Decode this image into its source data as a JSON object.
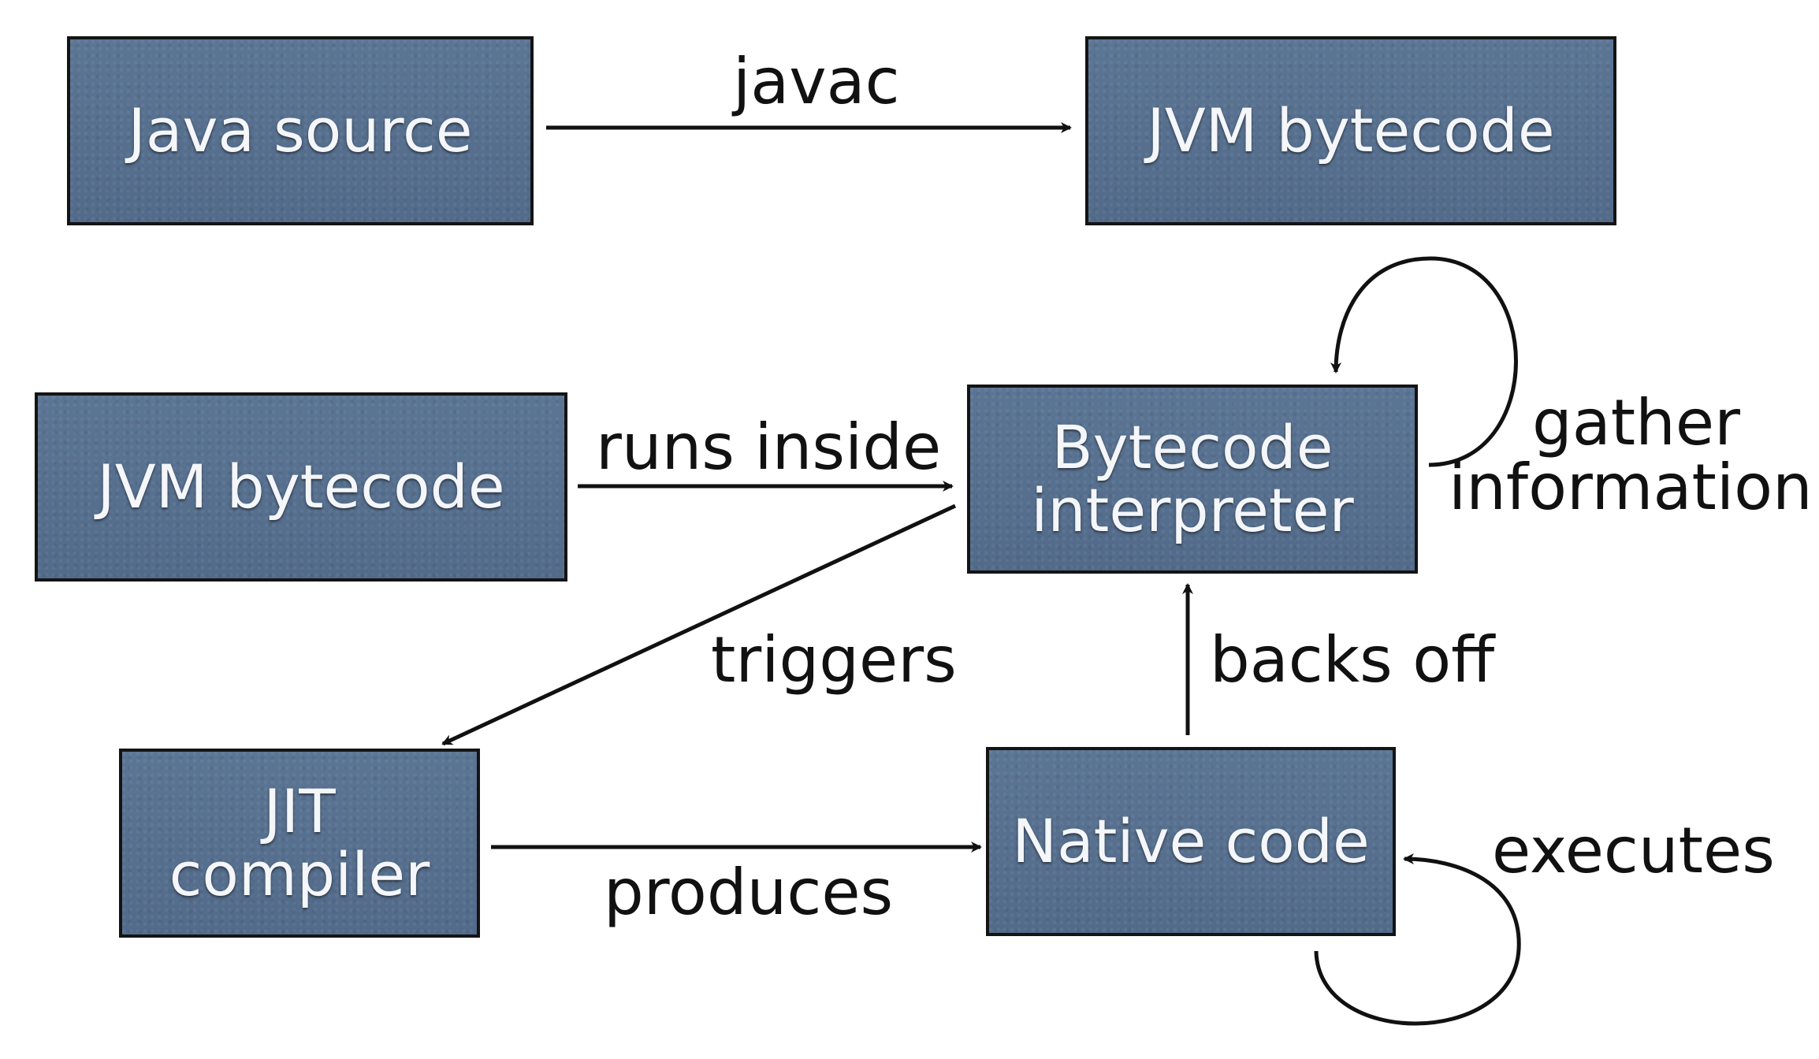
{
  "diagram": {
    "top_row": {
      "source_box": "Java source",
      "target_box": "JVM bytecode",
      "edge_label": "javac"
    },
    "nodes": {
      "bytecode_input": "JVM bytecode",
      "interpreter_line1": "Bytecode",
      "interpreter_line2": "interpreter",
      "jit_line1": "JIT",
      "jit_line2": "compiler",
      "native": "Native code"
    },
    "edges": {
      "runs_inside": "runs inside",
      "triggers": "triggers",
      "produces": "produces",
      "backs_off": "backs off",
      "gather_line1": "gather",
      "gather_line2": "information",
      "executes": "executes"
    },
    "colors": {
      "box_fill": "#56708f",
      "box_text": "#f4f6f9",
      "stroke": "#111111"
    }
  }
}
